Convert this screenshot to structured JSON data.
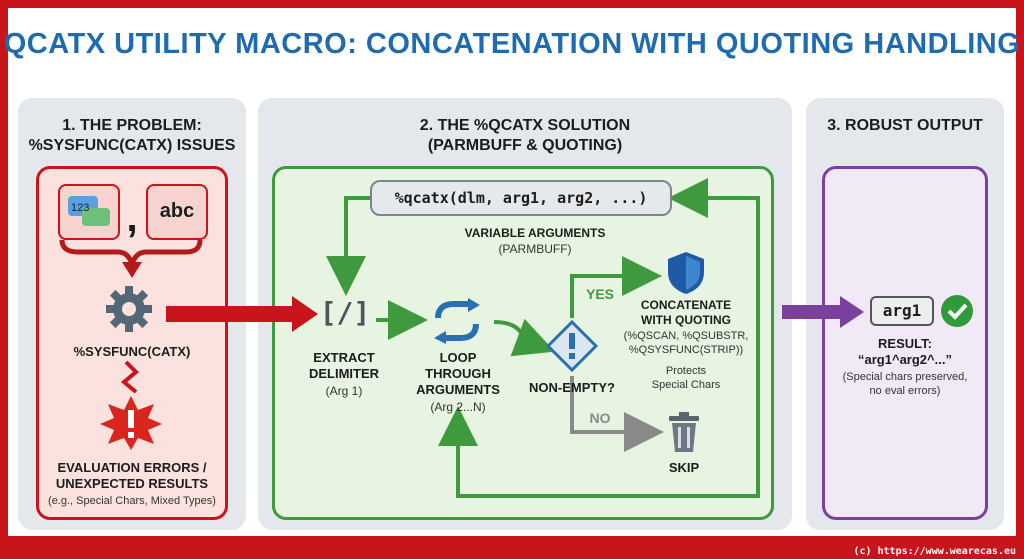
{
  "title": "QCATX UTILITY MACRO: CONCATENATION WITH QUOTING HANDLING",
  "footer": "(c) https://www.wearecas.eu",
  "panel1": {
    "heading_line1": "1. THE PROBLEM:",
    "heading_line2": "%SYSFUNC(CATX) ISSUES",
    "icon_num_text": "123",
    "comma": ",",
    "abc_text": "abc",
    "func_label": "%SYSFUNC(CATX)",
    "error_line1": "EVALUATION ERRORS /",
    "error_line2": "UNEXPECTED RESULTS",
    "error_note": "(e.g., Special Chars, Mixed Types)"
  },
  "panel2": {
    "heading_line1": "2. THE %QCATX SOLUTION",
    "heading_line2": "(PARMBUFF & QUOTING)",
    "signature": "%qcatx(dlm, arg1, arg2, ...)",
    "varargs_label": "VARIABLE ARGUMENTS",
    "varargs_sub": "(PARMBUFF)",
    "delim_glyph": "[/]",
    "extract_line1": "EXTRACT",
    "extract_line2": "DELIMITER",
    "extract_sub": "(Arg 1)",
    "loop_line1": "LOOP",
    "loop_line2": "THROUGH",
    "loop_line3": "ARGUMENTS",
    "loop_sub": "(Arg 2...N)",
    "decision_label": "NON-EMPTY?",
    "yes_label": "YES",
    "no_label": "NO",
    "concat_line1": "CONCATENATE",
    "concat_line2": "WITH QUOTING",
    "concat_funcs1": "(%QSCAN, %QSUBSTR,",
    "concat_funcs2": "%QSYSFUNC(STRIP))",
    "protects_line1": "Protects",
    "protects_line2": "Special Chars",
    "skip_label": "SKIP"
  },
  "panel3": {
    "heading": "3. ROBUST OUTPUT",
    "arg_chip": "arg1",
    "result_label": "RESULT:",
    "result_value": "“arg1^arg2^...”",
    "note_line1": "(Special chars preserved,",
    "note_line2": "no eval errors)"
  },
  "colors": {
    "red": "#c8141b",
    "blue": "#1e6bb0",
    "green": "#3f9a3f",
    "purple": "#7b3fa0",
    "gray": "#8a8a8a"
  }
}
